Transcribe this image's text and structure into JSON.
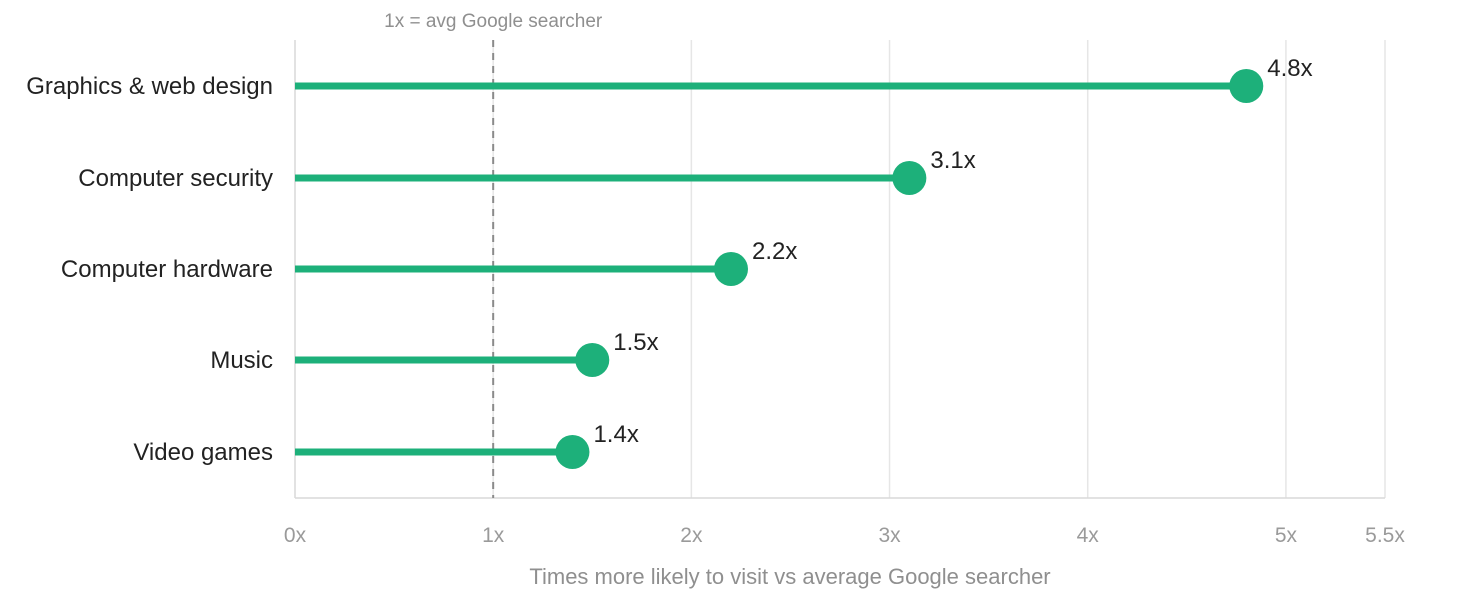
{
  "chart_data": {
    "type": "lollipop",
    "categories": [
      "Graphics & web design",
      "Computer security",
      "Computer hardware",
      "Music",
      "Video games"
    ],
    "values": [
      4.8,
      3.1,
      2.2,
      1.5,
      1.4
    ],
    "value_labels": [
      "4.8x",
      "3.1x",
      "2.2x",
      "1.5x",
      "1.4x"
    ],
    "xlabel": "Times more likely to visit vs average Google searcher",
    "xlim": [
      0,
      5.5
    ],
    "x_ticks": [
      0,
      1,
      2,
      3,
      4,
      5,
      5.5
    ],
    "x_tick_labels": [
      "0x",
      "1x",
      "2x",
      "3x",
      "4x",
      "5x",
      "5.5x"
    ],
    "reference_line": {
      "value": 1,
      "label": "1x = avg Google searcher"
    },
    "grid": true,
    "color": "#1db07a"
  }
}
